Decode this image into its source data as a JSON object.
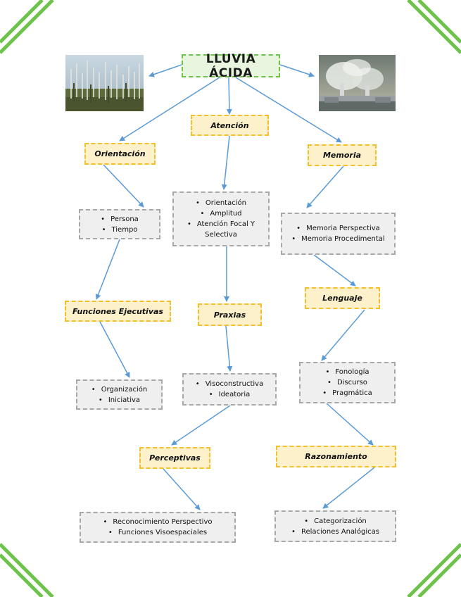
{
  "title": "LLUVIA ÁCIDA",
  "images": {
    "left": "forest-dead-trees-photo",
    "right": "industrial-smokestack-photo"
  },
  "categories": {
    "atencion": "Atención",
    "orientacion": "Orientación",
    "memoria": "Memoria",
    "funciones": "Funciones Ejecutivas",
    "praxias": "Praxias",
    "lenguaje": "Lenguaje",
    "perceptivas": "Perceptivas",
    "razonamiento": "Razonamiento"
  },
  "lists": {
    "orientacion": [
      "Persona",
      "Tiempo"
    ],
    "atencion": [
      "Orientación",
      "Amplitud",
      "Atención Focal Y Selectiva"
    ],
    "memoria": [
      "Memoria Perspectiva",
      "Memoria Procedimental"
    ],
    "funciones": [
      "Organización",
      "Iniciativa"
    ],
    "praxias": [
      "Visoconstructiva",
      "Ideatoria"
    ],
    "lenguaje": [
      "Fonología",
      "Discurso",
      "Pragmática"
    ],
    "perceptivas": [
      "Reconocimiento Perspectivo",
      "Funciones Visoespaciales"
    ],
    "razonamiento": [
      "Categorización",
      "Relaciones Analógicas"
    ]
  },
  "colors": {
    "border_green": "#6cc24a",
    "title_fill": "#e8f5df",
    "category_border": "#f3bf2a",
    "category_fill": "#fdf1cc",
    "list_border": "#a8a8a8",
    "list_fill": "#efefef",
    "arrow": "#5b9bd5"
  }
}
